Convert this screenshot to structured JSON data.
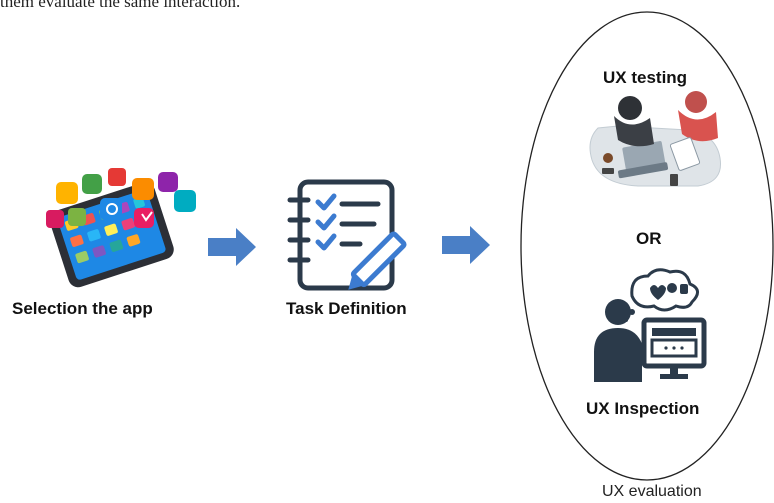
{
  "intro_text": "them evaluate the same interaction.",
  "steps": {
    "selection": {
      "label": "Selection the app",
      "icon": "smartphone-apps-icon"
    },
    "task": {
      "label": "Task Definition",
      "icon": "checklist-pencil-icon"
    }
  },
  "evaluation": {
    "testing_label": "UX testing",
    "or_label": "OR",
    "inspection_label": "UX Inspection",
    "caption": "UX evaluation"
  },
  "colors": {
    "arrow": "#4a7fc6",
    "ink": "#2b3a4a",
    "accent_blue": "#3c7bd0"
  }
}
